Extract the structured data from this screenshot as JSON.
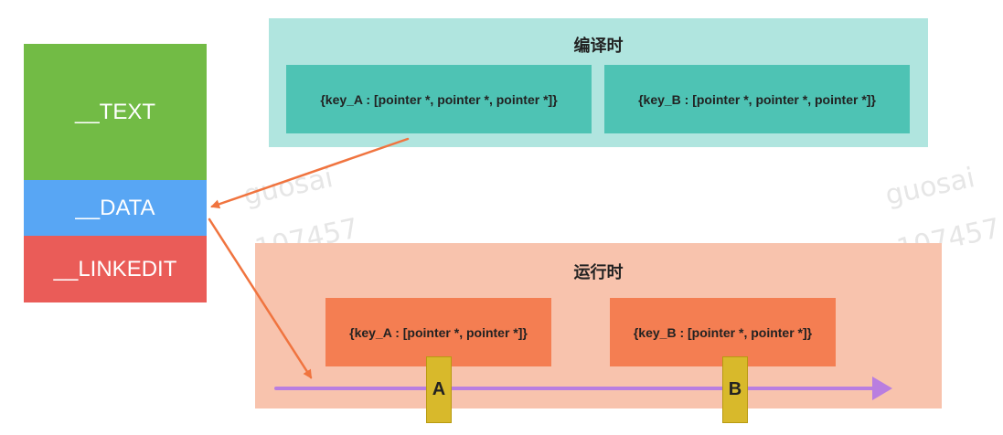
{
  "segments": {
    "text": "__TEXT",
    "data": "__DATA",
    "linkedit": "__LINKEDIT"
  },
  "compile_time": {
    "title": "编译时",
    "entries": [
      "{key_A : [pointer *, pointer *, pointer *]}",
      "{key_B : [pointer *, pointer *, pointer *]}"
    ]
  },
  "runtime": {
    "title": "运行时",
    "entries": [
      "{key_A : [pointer *, pointer *]}",
      "{key_B : [pointer *, pointer *]}"
    ],
    "markers": [
      "A",
      "B"
    ]
  },
  "watermarks": [
    {
      "line1": "guosai",
      "line2": "107457"
    },
    {
      "line1": "guosai",
      "line2": "107457"
    }
  ],
  "colors": {
    "text_segment": "#72bb45",
    "data_segment": "#58a6f4",
    "linkedit_segment": "#ea5c58",
    "compile_panel": "#b0e5df",
    "compile_box": "#4ec3b4",
    "runtime_panel": "#f8c3ad",
    "runtime_box": "#f47e52",
    "marker": "#d8b92b",
    "arrow": "#f0743f",
    "timeline": "#b97ee0"
  }
}
